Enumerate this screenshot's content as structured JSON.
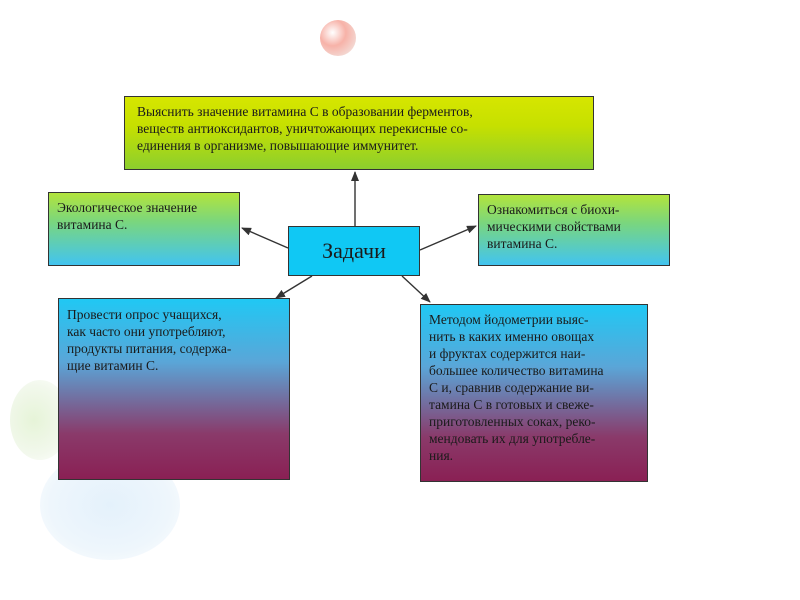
{
  "center_title": "Задачи",
  "tasks": {
    "top": [
      "Выяснить значение витамина С в образовании ферментов,",
      "веществ антиоксидантов, уничтожающих перекисные со-",
      "единения в организме, повышающие иммунитет."
    ],
    "left": [
      "Экологическое значение",
      "витамина С."
    ],
    "right": [
      "Ознакомиться с биохи-",
      "мическими свойствами",
      "витамина С."
    ],
    "bottom_left": [
      "Провести опрос учащихся,",
      "как часто они употребляют,",
      "продукты питания, содержа-",
      "щие витамин С."
    ],
    "bottom_right": [
      "Методом йодометрии выяс-",
      "нить в каких именно овощах",
      "и фруктах содержится наи-",
      "большее количество витамина",
      "С и, сравнив содержание ви-",
      "тамина С в готовых и свеже-",
      "приготовленных соках, реко-",
      "мендовать их для употребле-",
      "ния."
    ]
  },
  "colors": {
    "center_box": "#10c8f4",
    "top_box": "#c6e000",
    "side_boxes_top": "#b2e43c",
    "side_boxes_bottom": "#42c4f0",
    "bottom_boxes_top": "#20c8f4",
    "bottom_boxes_bottom": "#8a2054"
  }
}
